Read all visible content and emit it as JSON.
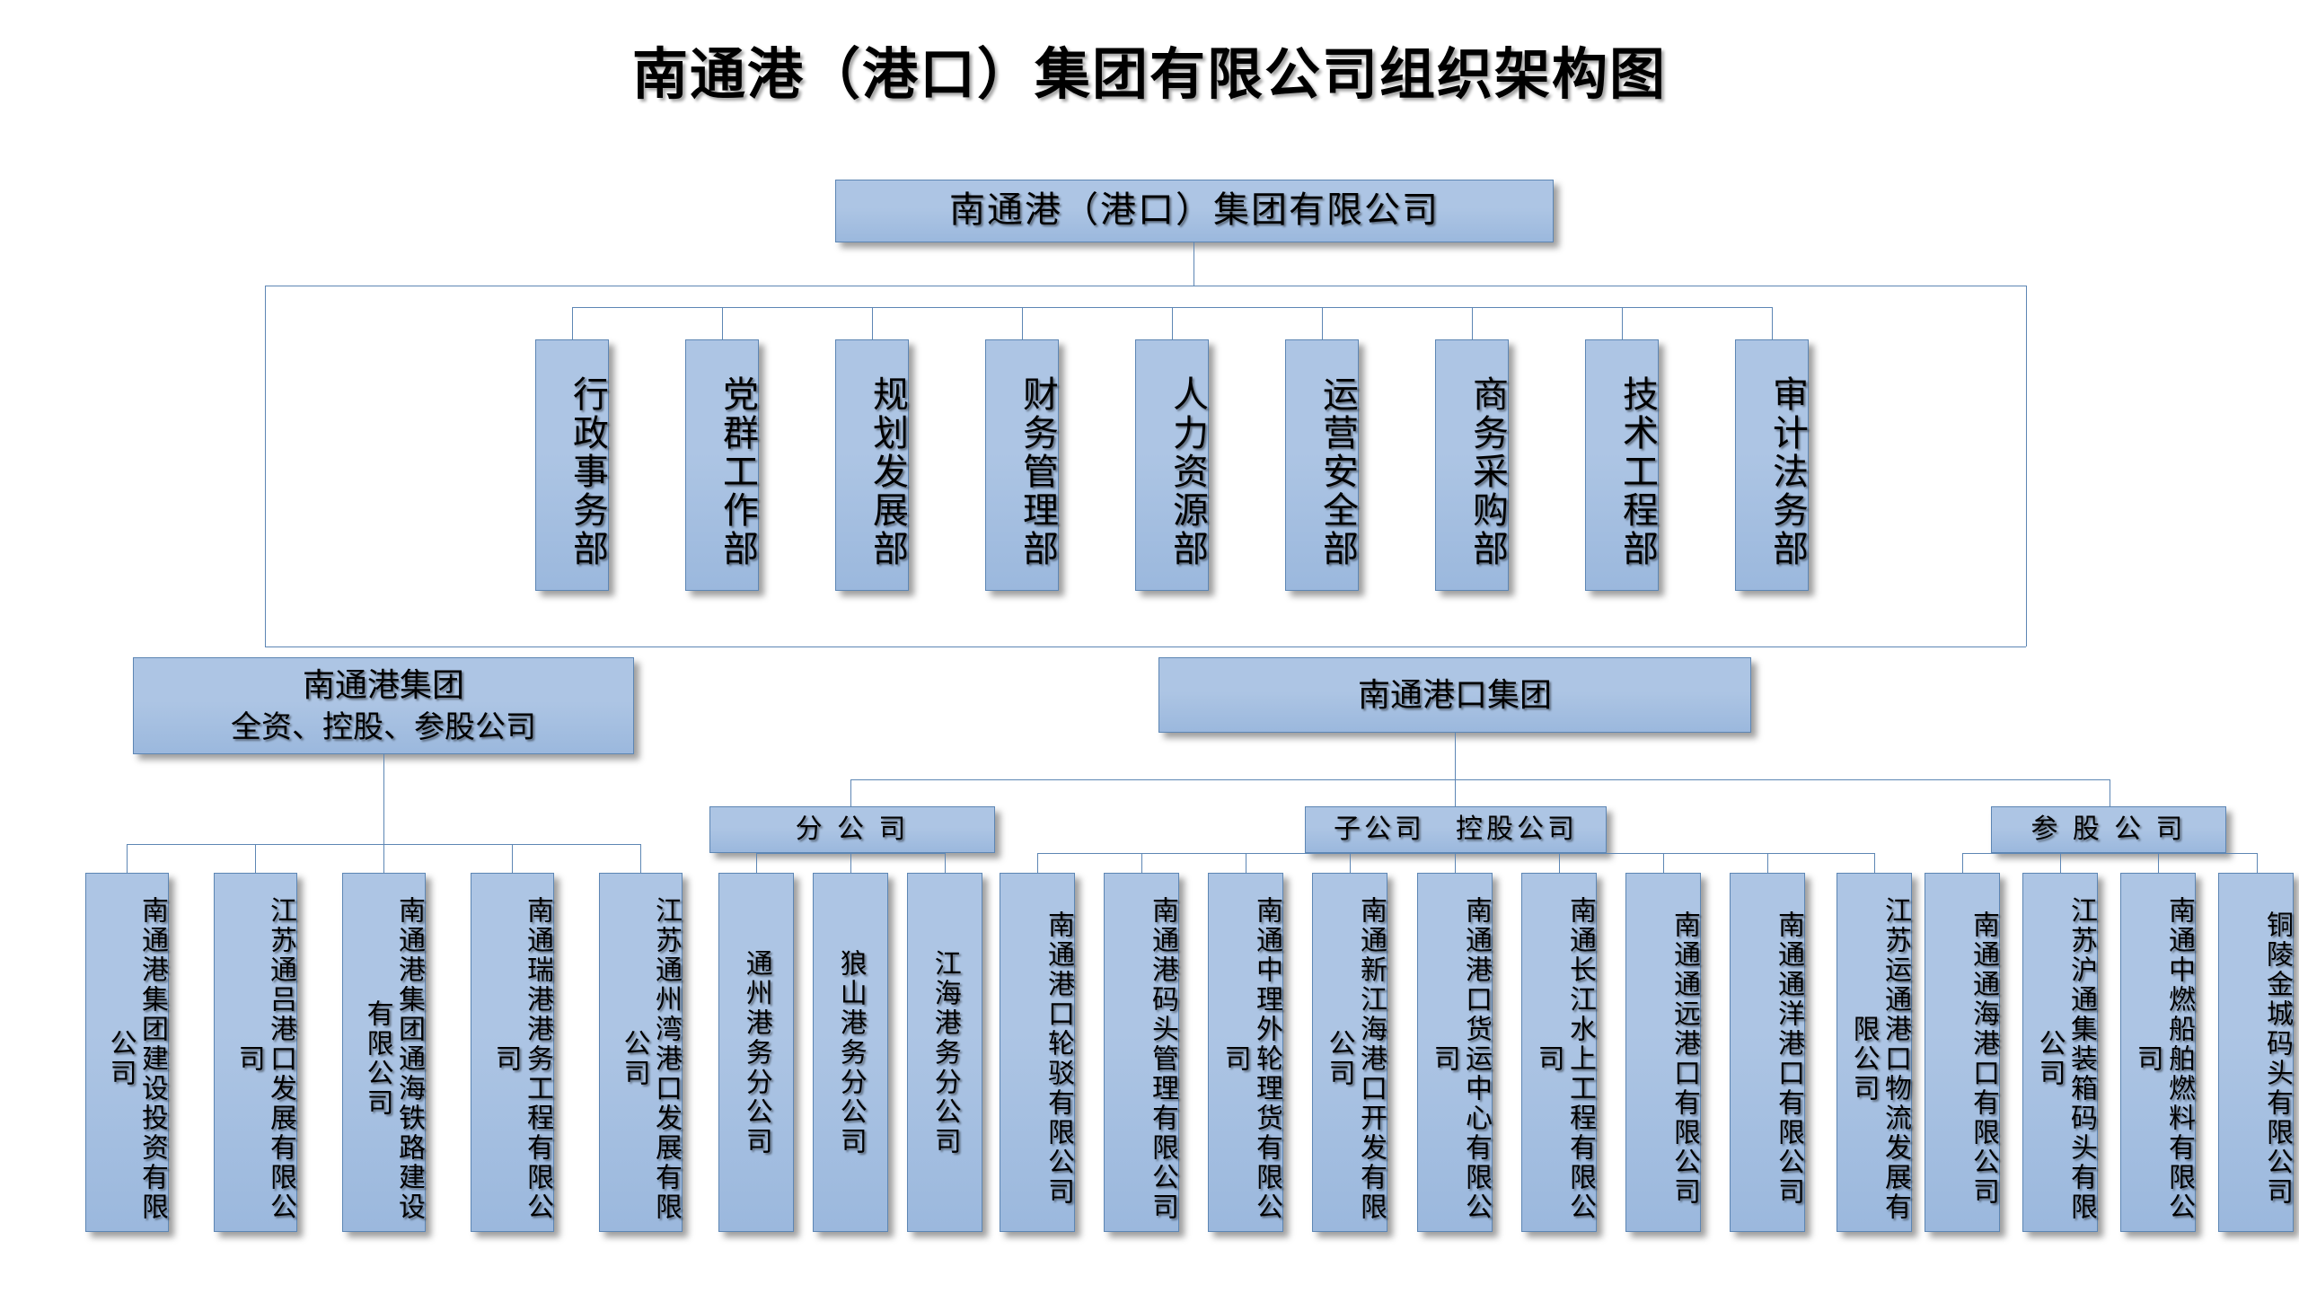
{
  "chart_data": {
    "type": "diagram",
    "title": "南通港（港口）集团有限公司组织架构图",
    "root": "南通港（港口）集团有限公司",
    "departments": [
      "行政事务部",
      "党群工作部",
      "规划发展部",
      "财务管理部",
      "人力资源部",
      "运营安全部",
      "商务采购部",
      "技术工程部",
      "审计法务部"
    ],
    "groups": [
      {
        "name": "南通港集团",
        "subtitle": "全资、控股、参股公司"
      },
      {
        "name": "南通港口集团",
        "subtitle": ""
      }
    ],
    "categories": [
      "分 公 司",
      "子公司　控股公司",
      "参 股 公 司"
    ],
    "left_group_children": [
      "南通港集团建设投资有限公司",
      "江苏通吕港口发展有限公司",
      "南通港集团通海铁路建设有限公司",
      "南通瑞港港务工程有限公司",
      "江苏通州湾港口发展有限公司"
    ],
    "branches": [
      "通州港务分公司",
      "狼山港务分公司",
      "江海港务分公司"
    ],
    "subsidiaries": [
      "南通港口轮驳有限公司",
      "南通港码头管理有限公司",
      "南通中理外轮理货有限公司",
      "南通新江海港口开发有限公司",
      "南通港口货运中心有限公司",
      "南通长江水上工程有限公司",
      "南通通远港口有限公司",
      "南通通洋港口有限公司",
      "江苏运通港口物流发展有限公司"
    ],
    "affiliates": [
      "南通通海港口有限公司",
      "江苏沪通集装箱码头有限公司",
      "南通中燃船舶燃料有限公司",
      "铜陵金城码头有限公司"
    ],
    "colors": {
      "box_fill": "#adc5e4",
      "box_border": "#5d86b4",
      "connector": "#5d86b4",
      "text": "#000000",
      "background": "#ffffff"
    }
  },
  "title": "南通港（港口）集团有限公司组织架构图",
  "root": {
    "label": "南通港（港口）集团有限公司"
  },
  "departments": [
    {
      "label": "行政事务部"
    },
    {
      "label": "党群工作部"
    },
    {
      "label": "规划发展部"
    },
    {
      "label": "财务管理部"
    },
    {
      "label": "人力资源部"
    },
    {
      "label": "运营安全部"
    },
    {
      "label": "商务采购部"
    },
    {
      "label": "技术工程部"
    },
    {
      "label": "审计法务部"
    }
  ],
  "left_group": {
    "line1": "南通港集团",
    "line2": "全资、控股、参股公司"
  },
  "right_group": {
    "line1": "南通港口集团"
  },
  "categories": {
    "branch": "分 公 司",
    "subsidiary": "子公司　控股公司",
    "affiliate": "参 股 公 司"
  },
  "left_children": [
    {
      "label": "南通港集团建设投资有限公司"
    },
    {
      "label": "江苏通吕港口发展有限公司"
    },
    {
      "label": "南通港集团通海铁路建设有限公司"
    },
    {
      "label": "南通瑞港港务工程有限公司"
    },
    {
      "label": "江苏通州湾港口发展有限公司"
    }
  ],
  "branches": [
    {
      "label": "通州港务分公司"
    },
    {
      "label": "狼山港务分公司"
    },
    {
      "label": "江海港务分公司"
    }
  ],
  "subsidiaries": [
    {
      "label": "南通港口轮驳有限公司"
    },
    {
      "label": "南通港码头管理有限公司"
    },
    {
      "label": "南通中理外轮理货有限公司"
    },
    {
      "label": "南通新江海港口开发有限公司"
    },
    {
      "label": "南通港口货运中心有限公司"
    },
    {
      "label": "南通长江水上工程有限公司"
    },
    {
      "label": "南通通远港口有限公司"
    },
    {
      "label": "南通通洋港口有限公司"
    },
    {
      "label": "江苏运通港口物流发展有限公司"
    }
  ],
  "affiliates": [
    {
      "label": "南通通海港口有限公司"
    },
    {
      "label": "江苏沪通集装箱码头有限公司"
    },
    {
      "label": "南通中燃船舶燃料有限公司"
    },
    {
      "label": "铜陵金城码头有限公司"
    }
  ]
}
